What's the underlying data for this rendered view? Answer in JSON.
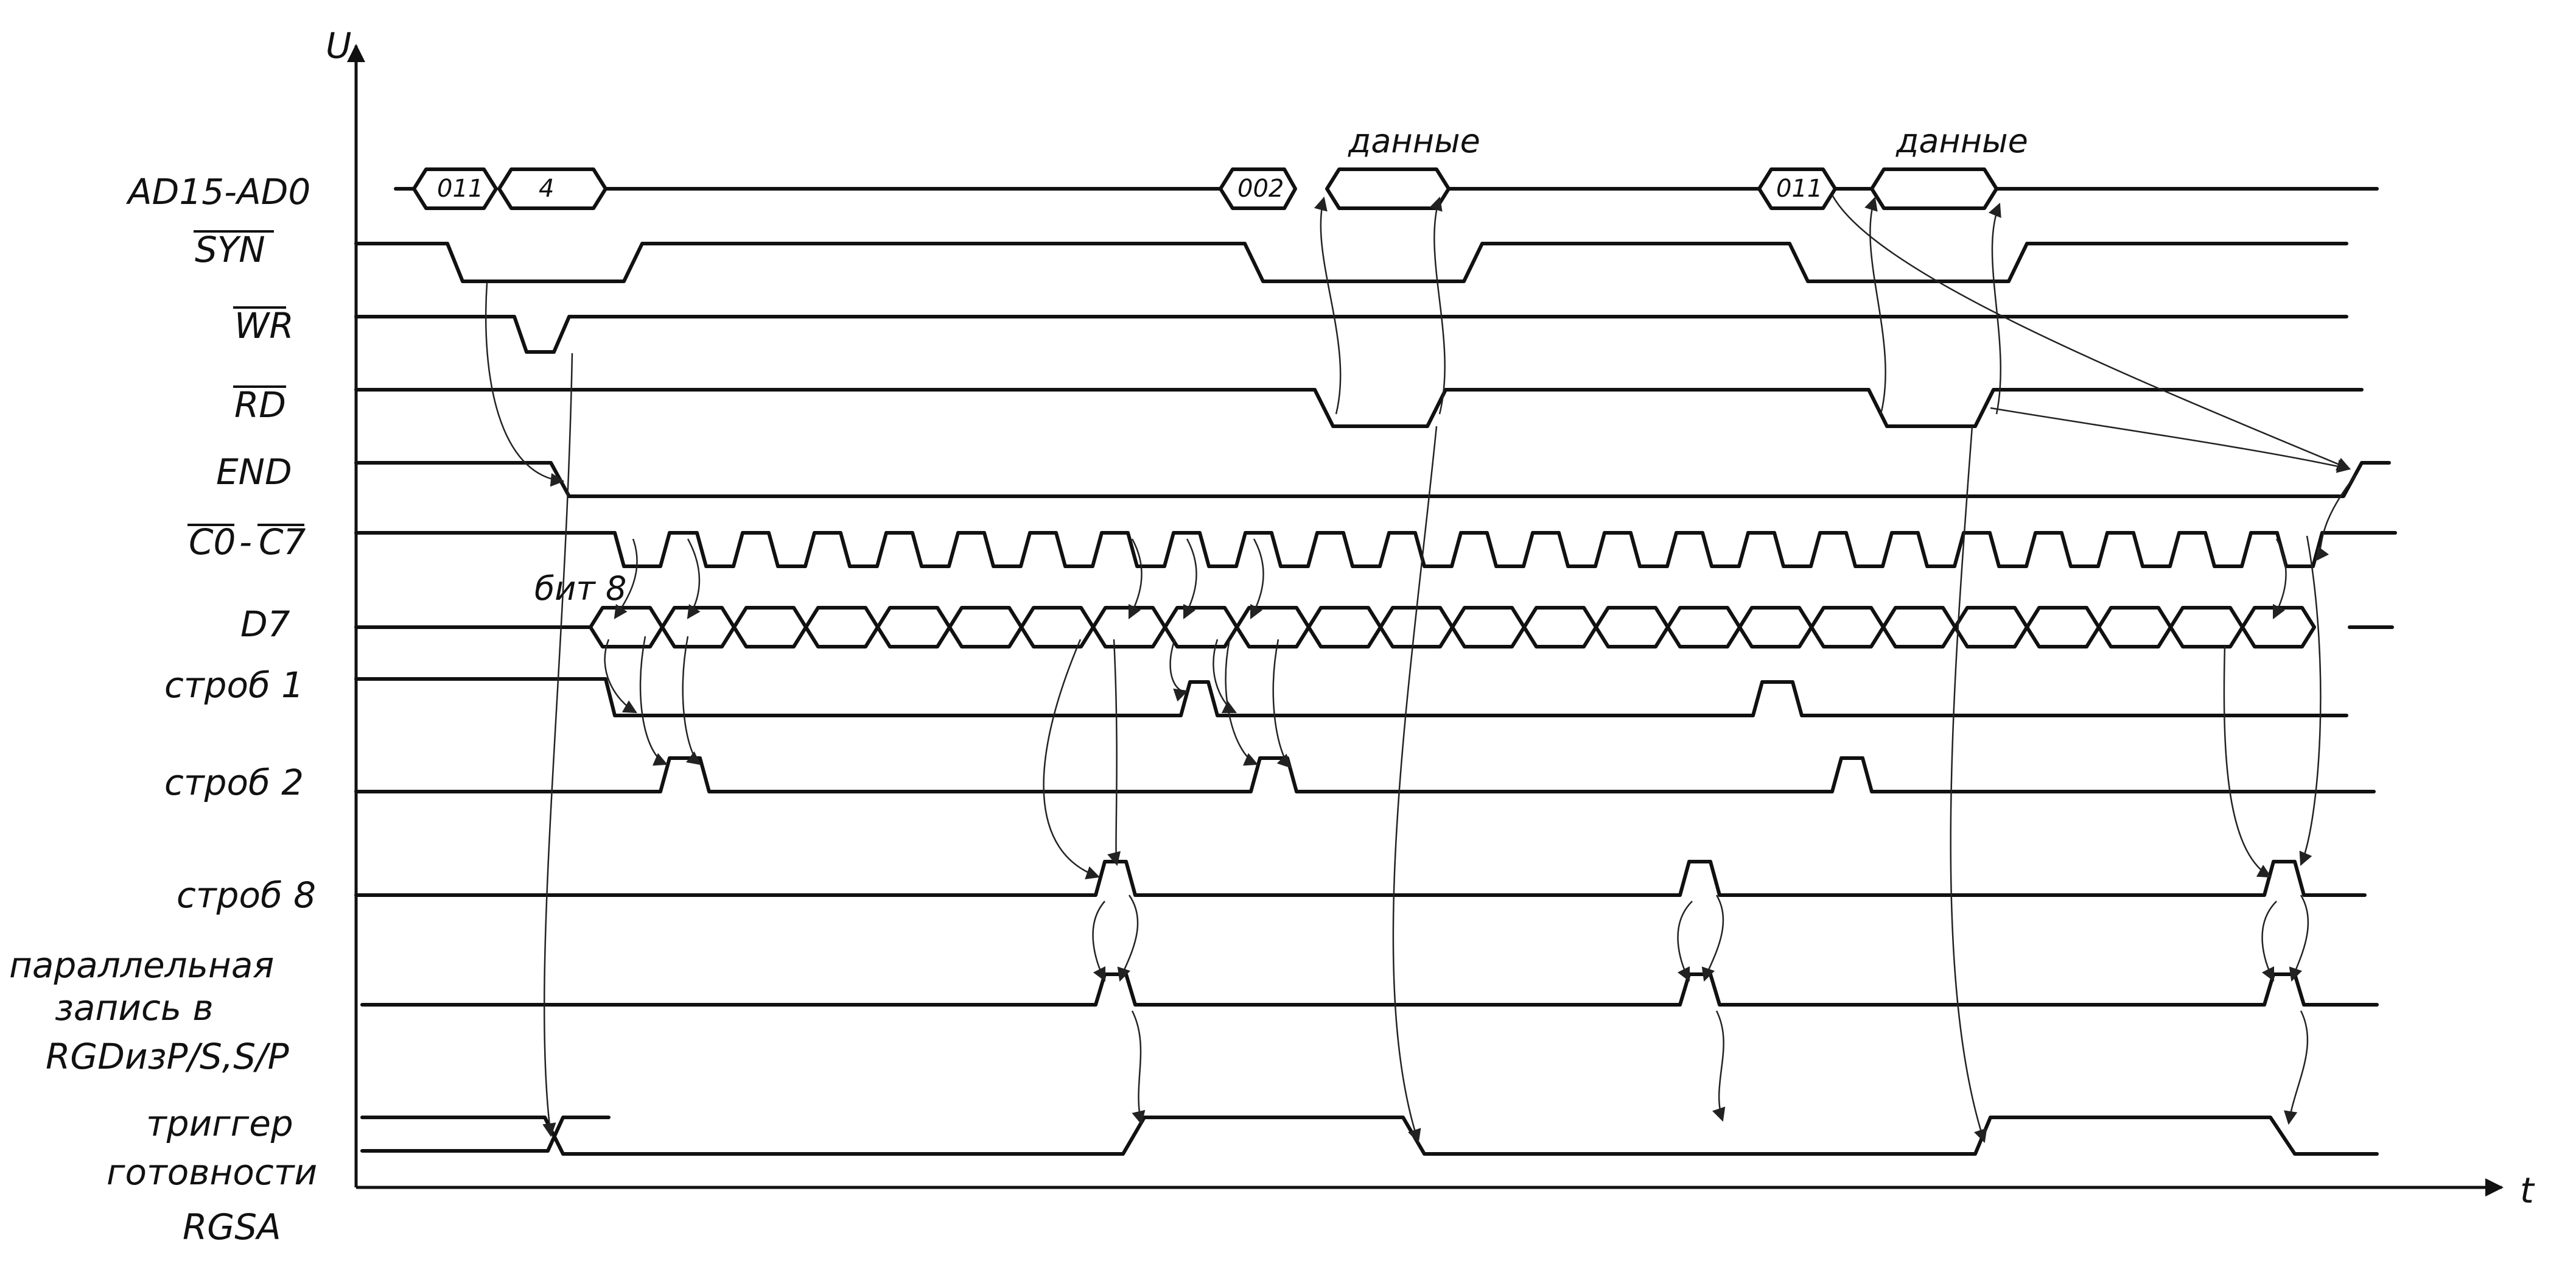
{
  "axes": {
    "y_label": "U",
    "x_label": "t"
  },
  "signals": {
    "ad": "AD15-AD0",
    "syn": "SYN",
    "wr": "WR",
    "rd": "RD",
    "end": "END",
    "c0c7_a": "C0",
    "c0c7_sep": "-",
    "c0c7_b": "C7",
    "d7": "D7",
    "strob1": "строб 1",
    "strob2": "строб 2",
    "strob8": "строб 8",
    "par_line1": "параллельная",
    "par_line2": "запись в",
    "par_line3": "RGDизP/S,S/P",
    "trig_line1": "триггер",
    "trig_line2": "готовности",
    "trig_line3": "RGSA"
  },
  "bus_values": {
    "v1": "011",
    "v2": "4",
    "v3": "002",
    "v4": "011"
  },
  "annotations": {
    "data1": "данные",
    "data2": "данные",
    "bit8": "бит 8"
  }
}
